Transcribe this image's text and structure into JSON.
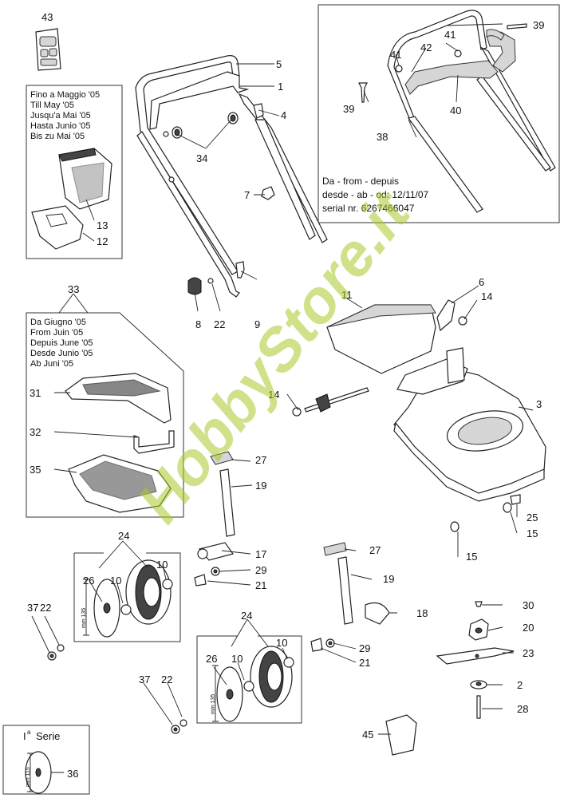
{
  "parts": {
    "p43": "43",
    "p5": "5",
    "p1": "1",
    "p4": "4",
    "p34": "34",
    "p7": "7",
    "p9": "9",
    "p8": "8",
    "p22a": "22",
    "p13": "13",
    "p12": "12",
    "p33": "33",
    "p31": "31",
    "p32": "32",
    "p35": "35",
    "p39a": "39",
    "p39b": "39",
    "p41a": "41",
    "p41b": "41",
    "p42": "42",
    "p40": "40",
    "p38": "38",
    "p11": "11",
    "p6": "6",
    "p14a": "14",
    "p14b": "14",
    "p3": "3",
    "p25": "25",
    "p15a": "15",
    "p15b": "15",
    "p27a": "27",
    "p19a": "19",
    "p17": "17",
    "p29a": "29",
    "p21a": "21",
    "p27b": "27",
    "p19b": "19",
    "p18": "18",
    "p29b": "29",
    "p21b": "21",
    "p30": "30",
    "p20": "20",
    "p23": "23",
    "p2": "2",
    "p28": "28",
    "p45": "45",
    "p24a": "24",
    "p10a": "10",
    "p10b": "10",
    "p26a": "26",
    "p37a": "37",
    "p22b": "22",
    "p24b": "24",
    "p10c": "10",
    "p10d": "10",
    "p26b": "26",
    "p37b": "37",
    "p22c": "22",
    "p36": "36"
  },
  "notes": {
    "until": [
      "Fino a Maggio '05",
      "Till May '05",
      "Jusqu'a Mai '05",
      "Hasta Junio '05",
      "Bis zu Mai '05"
    ],
    "from_june": [
      "Da Giugno '05",
      "From Juin '05",
      "Depuis June '05",
      "Desde Junio '05",
      "Ab Juni '05"
    ],
    "from_serial": [
      "Da - from - depuis",
      "desde - ab - od: 12/11/07",
      "serial nr. 6267466047"
    ],
    "serie": "I",
    "serie_sup": "a",
    "serie_word": "Serie"
  },
  "dims": {
    "d135a": "mm 135",
    "d135b": "mm 135",
    "d115": "mm 115"
  },
  "watermark": "HobbyStore.it",
  "colors": {
    "watermark": "#a8c828"
  }
}
